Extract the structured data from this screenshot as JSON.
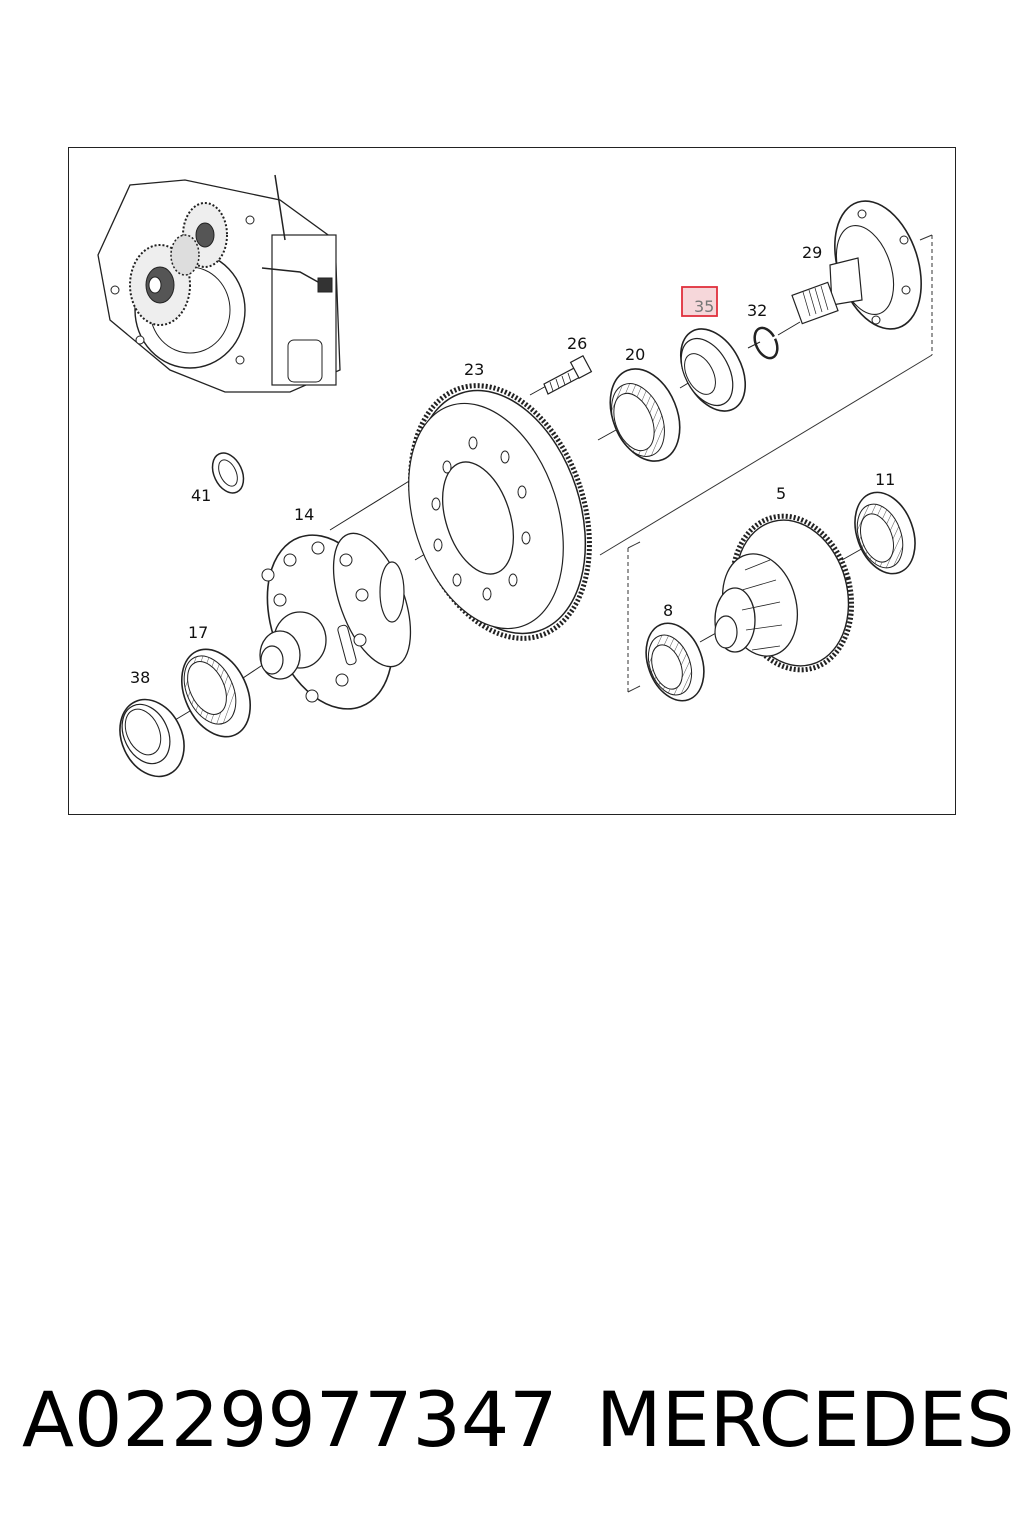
{
  "diagram": {
    "callouts": [
      "41",
      "14",
      "17",
      "38",
      "23",
      "26",
      "20",
      "35",
      "32",
      "29",
      "5",
      "11",
      "8"
    ],
    "highlighted_callout": "35",
    "highlight_color": "#e0303c",
    "highlight_fill": "#f6d7da"
  },
  "caption": {
    "part_number": "A0229977347",
    "brand": "MERCEDES"
  }
}
